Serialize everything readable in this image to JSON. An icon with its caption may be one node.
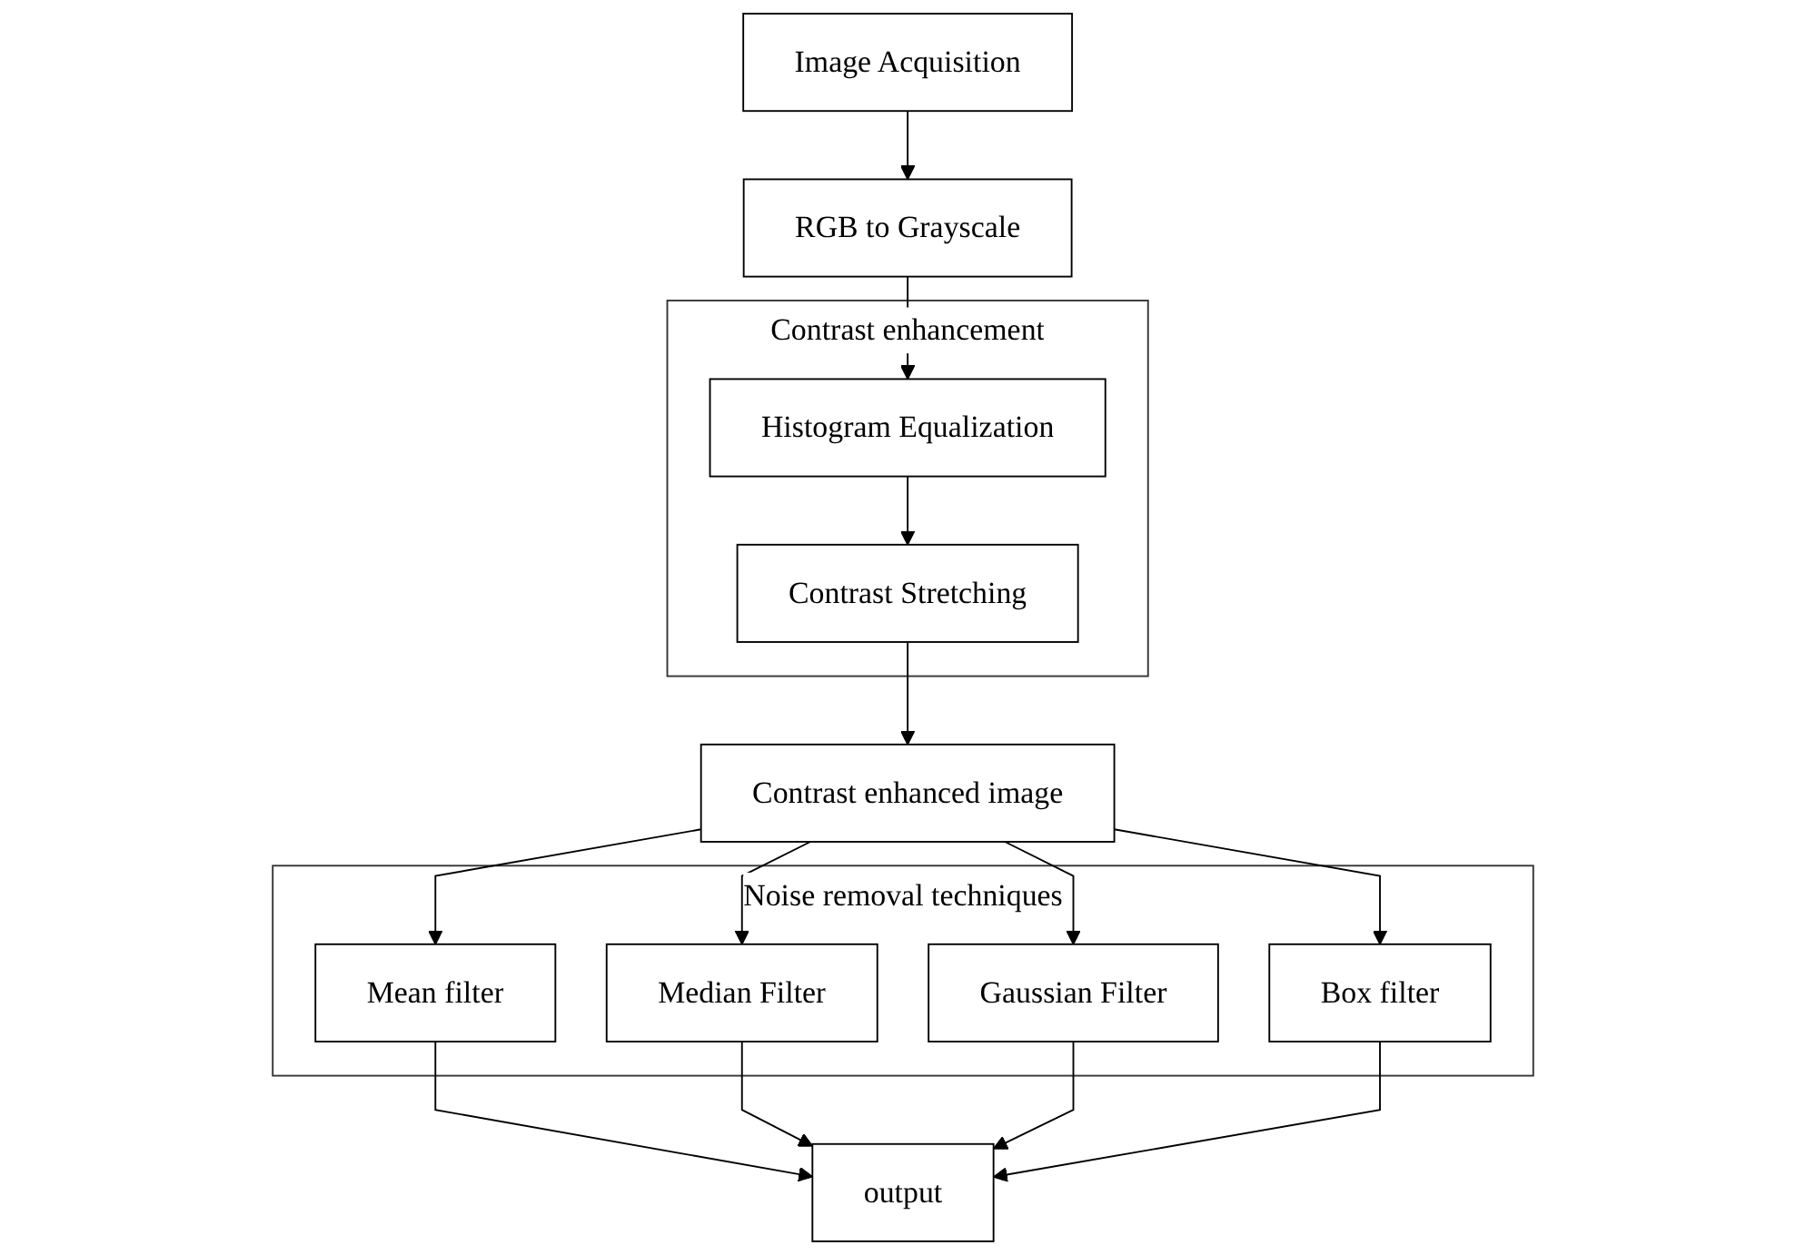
{
  "diagram": {
    "nodes": [
      {
        "text": [
          "Image Acquisition"
        ]
      },
      {
        "text": [
          "RGB to Grayscale"
        ]
      },
      {
        "text": [
          "Contrast enhancement"
        ]
      },
      {
        "text": [
          "Histogram Equalization"
        ],
        "in": 2
      },
      {
        "text": [
          "Contrast Stretching"
        ],
        "in": 2
      },
      {
        "text": [
          "Contrast enhanced image"
        ]
      },
      {
        "text": [
          "Noise removal techniques"
        ]
      },
      {
        "text": [
          "Mean filter"
        ],
        "in": 6
      },
      {
        "text": [
          "Median Filter"
        ],
        "in": 6
      },
      {
        "text": [
          "Gaussian Filter"
        ],
        "in": 6
      },
      {
        "text": [
          "Box filter"
        ],
        "in": 6
      },
      {
        "text": [
          "output"
        ]
      }
    ],
    "edges": [
      {
        "from": 0,
        "to": 1,
        "arrow": "to"
      },
      {
        "from": 1,
        "to": 3,
        "arrow": "to"
      },
      {
        "from": 3,
        "to": 4,
        "arrow": "to"
      },
      {
        "from": 4,
        "to": 5,
        "arrow": "to"
      },
      {
        "from": 5,
        "to": 7,
        "arrow": "to"
      },
      {
        "from": 5,
        "to": 8,
        "arrow": "to"
      },
      {
        "from": 5,
        "to": 9,
        "arrow": "to"
      },
      {
        "from": 5,
        "to": 10,
        "arrow": "to"
      },
      {
        "from": 7,
        "to": 11,
        "arrow": "to"
      },
      {
        "from": 8,
        "to": 11,
        "arrow": "to"
      },
      {
        "from": 9,
        "to": 11,
        "arrow": "to"
      },
      {
        "from": 10,
        "to": 11,
        "arrow": "to"
      }
    ]
  }
}
